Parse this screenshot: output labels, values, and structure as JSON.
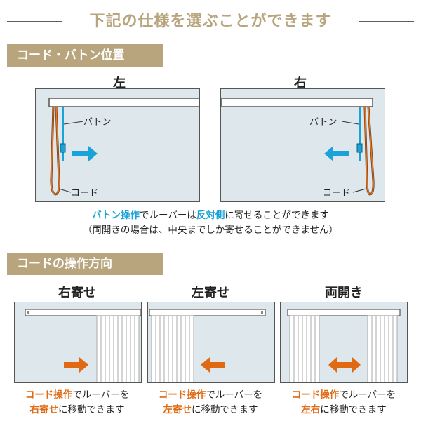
{
  "page": {
    "title": "下記の仕様を選ぶことができます"
  },
  "section1": {
    "band": "コード・バトン位置",
    "left": {
      "label": "左",
      "baton": "バトン",
      "cord": "コード"
    },
    "right": {
      "label": "右",
      "baton": "バトン",
      "cord": "コード"
    },
    "note1": {
      "a": "バトン操作",
      "b": "でルーバーは",
      "c": "反対側",
      "d": "に寄せることができます"
    },
    "note2": "（両開きの場合は、中央までしか寄せることができません）"
  },
  "section2": {
    "band": "コードの操作方向",
    "cols": [
      {
        "label": "右寄せ",
        "line1_a": "コード操作",
        "line1_b": "でルーバーを",
        "line2_a": "右寄せ",
        "line2_b": "に移動できます"
      },
      {
        "label": "左寄せ",
        "line1_a": "コード操作",
        "line1_b": "でルーバーを",
        "line2_a": "左寄せ",
        "line2_b": "に移動できます"
      },
      {
        "label": "両開き",
        "line1_a": "コード操作",
        "line1_b": "でルーバーを",
        "line2_a": "左右",
        "line2_b": "に移動できます"
      }
    ]
  },
  "colors": {
    "accent": "#b8a57d",
    "blue": "#1aa3d8",
    "orange": "#e06a14",
    "panel": "#dde7ec"
  }
}
